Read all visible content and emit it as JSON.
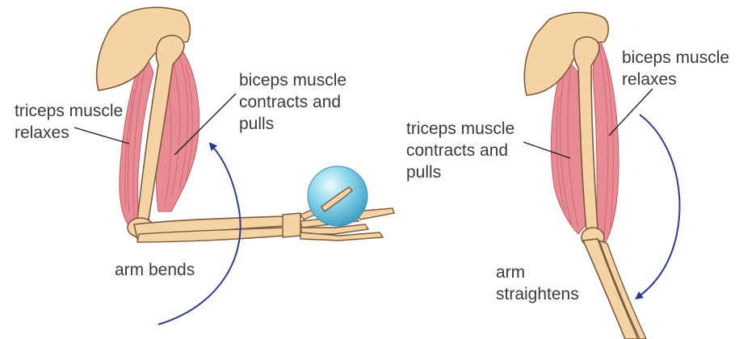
{
  "colors": {
    "bone_fill": "#f6d3a4",
    "bone_outline": "#7a5a3a",
    "muscle_fill": "#e88b93",
    "muscle_stripe": "#cf5f6c",
    "arrow": "#2d3b8c",
    "leader_line": "#222222",
    "ball_fill": "#7ccfe8",
    "ball_highlight": "#e9f8fd",
    "text": "#3a3a3a"
  },
  "left_panel": {
    "biceps_label": [
      "biceps muscle",
      "contracts and",
      "pulls"
    ],
    "triceps_label": [
      "triceps muscle",
      "relaxes"
    ],
    "motion_label": [
      "arm bends"
    ]
  },
  "right_panel": {
    "biceps_label": [
      "biceps muscle",
      "relaxes"
    ],
    "triceps_label": [
      "triceps muscle",
      "contracts and",
      "pulls"
    ],
    "motion_label": [
      "arm",
      "straightens"
    ]
  }
}
